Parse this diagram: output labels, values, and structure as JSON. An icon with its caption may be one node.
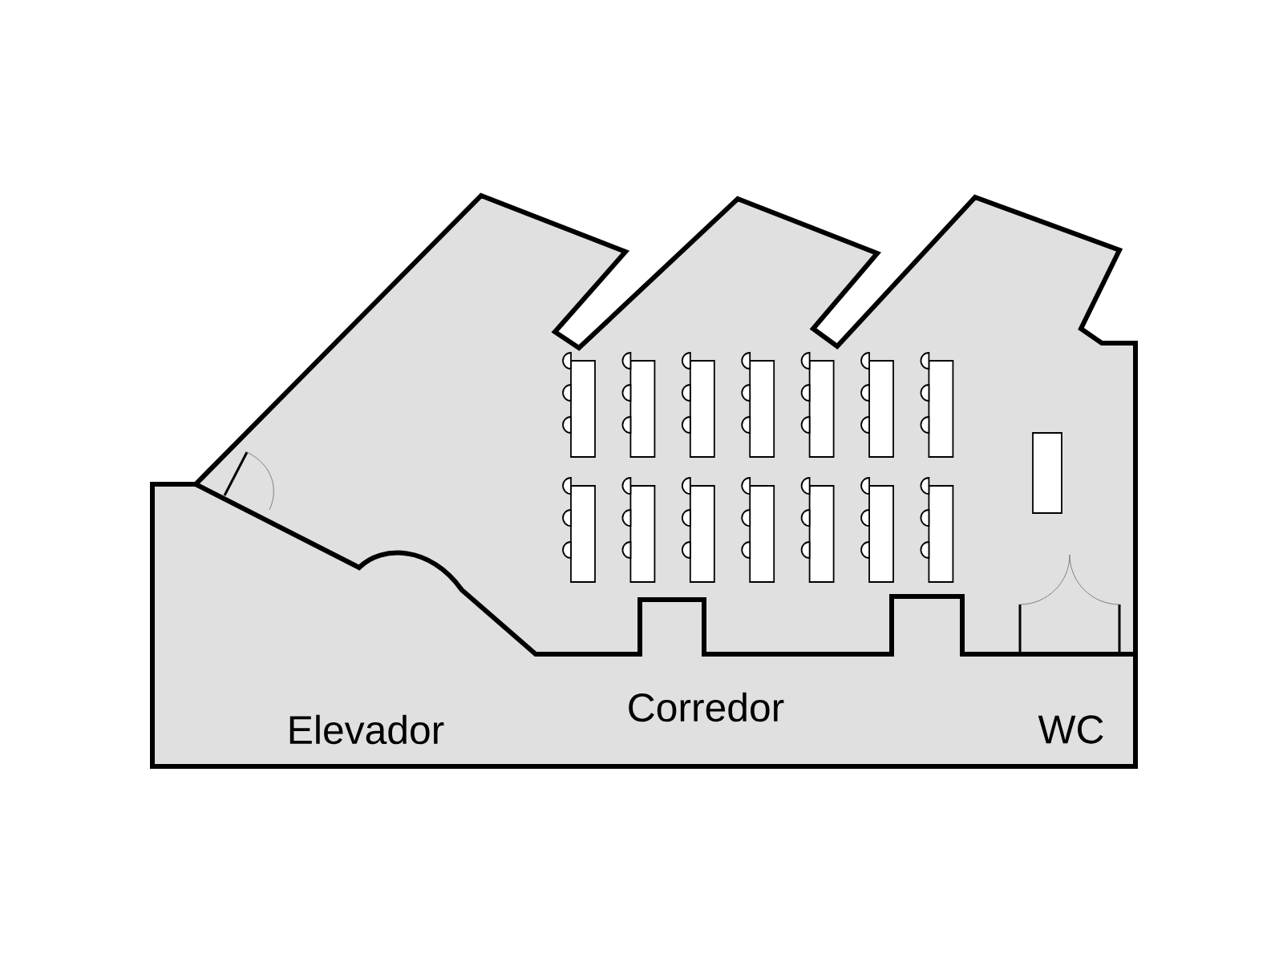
{
  "diagram": {
    "labels": [
      "Elevador",
      "Corredor",
      "WC"
    ]
  }
}
